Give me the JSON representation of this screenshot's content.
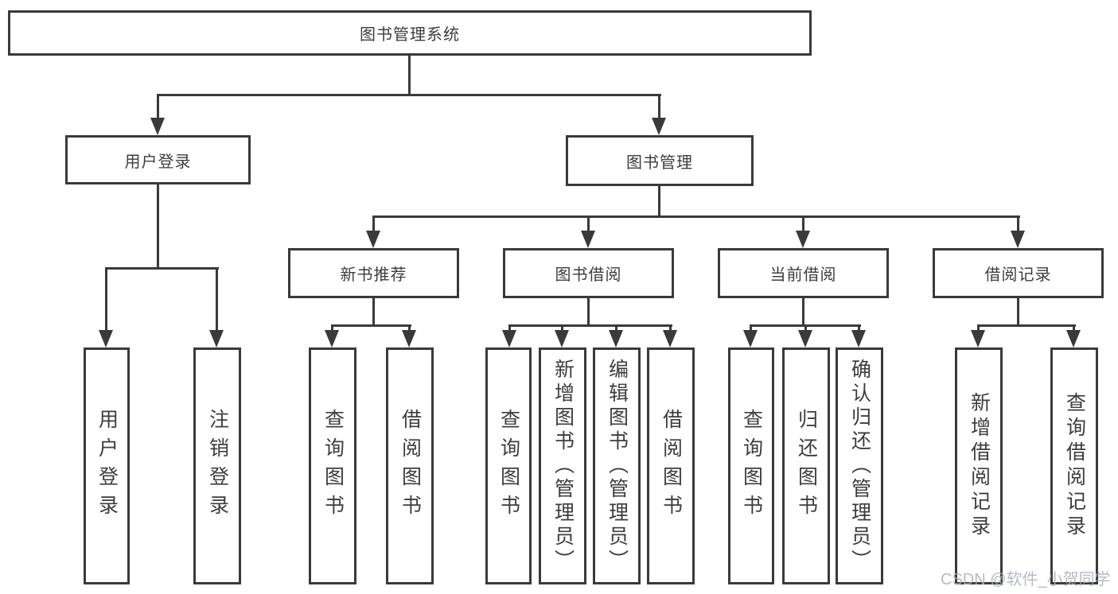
{
  "diagram": {
    "root": {
      "label": "图书管理系统"
    },
    "level2": [
      {
        "label": "用户登录"
      },
      {
        "label": "图书管理"
      }
    ],
    "level3": [
      {
        "label": "新书推荐"
      },
      {
        "label": "图书借阅"
      },
      {
        "label": "当前借阅"
      },
      {
        "label": "借阅记录"
      }
    ],
    "leaves": [
      {
        "label": "用户登录"
      },
      {
        "label": "注销登录"
      },
      {
        "label": "查询图书"
      },
      {
        "label": "借阅图书"
      },
      {
        "label": "查询图书"
      },
      {
        "label": "新增图书（管理员）"
      },
      {
        "label": "编辑图书（管理员）"
      },
      {
        "label": "借阅图书"
      },
      {
        "label": "查询图书"
      },
      {
        "label": "归还图书"
      },
      {
        "label": "确认归还（管理员）"
      },
      {
        "label": "新增借阅记录"
      },
      {
        "label": "查询借阅记录"
      }
    ]
  },
  "watermark": {
    "text": "CSDN @软件_小贺同学"
  },
  "colors": {
    "line": "#3a3a3a",
    "text": "#3d3d3d",
    "watermark": "#aaaebc",
    "background": "#ffffff"
  }
}
